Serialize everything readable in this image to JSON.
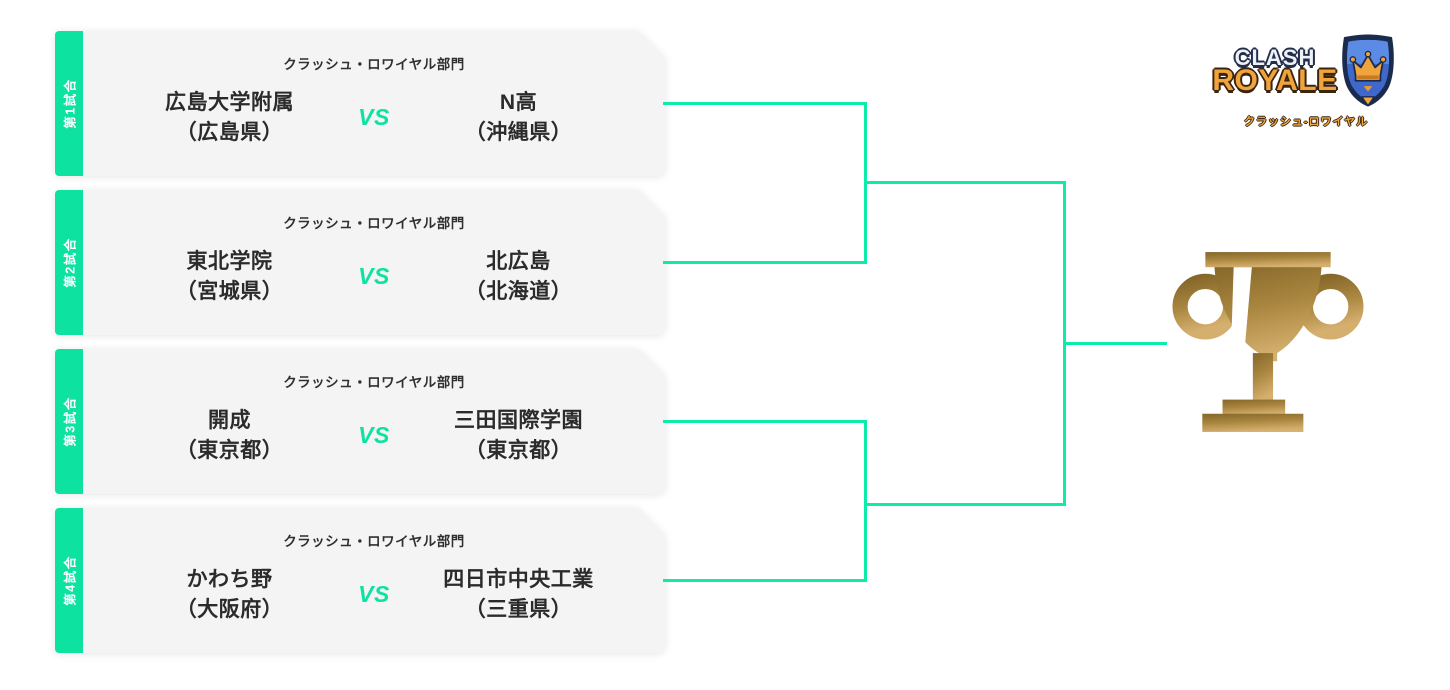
{
  "colors": {
    "accent": "#0EE2A1",
    "line": "#0CEBA8",
    "card_bg": "#F4F4F5",
    "text_dark": "#2B2B2B",
    "gold_dark": "#85672A",
    "gold_mid": "#A9863F",
    "gold_light": "#D4AF6E"
  },
  "logo": {
    "word1": "CLASH",
    "word2": "ROYALE",
    "subtitle": "クラッシュ-ロワイヤル"
  },
  "matches": [
    {
      "round": "第1試合",
      "division": "クラッシュ・ロワイヤル部門",
      "left_name": "広島大学附属",
      "left_region": "（広島県）",
      "vs": "VS",
      "right_name": "N高",
      "right_region": "（沖縄県）"
    },
    {
      "round": "第2試合",
      "division": "クラッシュ・ロワイヤル部門",
      "left_name": "東北学院",
      "left_region": "（宮城県）",
      "vs": "VS",
      "right_name": "北広島",
      "right_region": "（北海道）"
    },
    {
      "round": "第3試合",
      "division": "クラッシュ・ロワイヤル部門",
      "left_name": "開成",
      "left_region": "（東京都）",
      "vs": "VS",
      "right_name": "三田国際学園",
      "right_region": "（東京都）"
    },
    {
      "round": "第4試合",
      "division": "クラッシュ・ロワイヤル部門",
      "left_name": "かわち野",
      "left_region": "（大阪府）",
      "vs": "VS",
      "right_name": "四日市中央工業",
      "right_region": "（三重県）"
    }
  ]
}
